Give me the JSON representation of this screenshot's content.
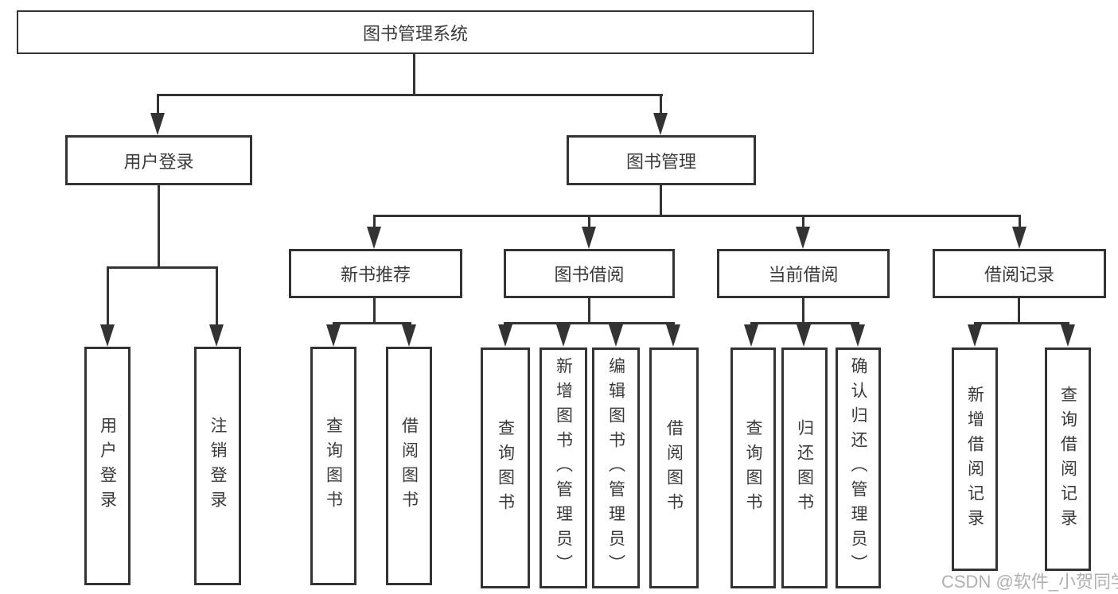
{
  "diagram": {
    "root": {
      "label": "图书管理系统"
    },
    "modules": [
      {
        "label": "用户登录",
        "children": [
          "用户登录",
          "注销登录"
        ]
      },
      {
        "label": "图书管理",
        "submodules": [
          {
            "label": "新书推荐",
            "children": [
              "查询图书",
              "借阅图书"
            ]
          },
          {
            "label": "图书借阅",
            "children": [
              "查询图书",
              "新增图书（管理员）",
              "编辑图书（管理员）",
              "借阅图书"
            ]
          },
          {
            "label": "当前借阅",
            "children": [
              "查询图书",
              "归还图书",
              "确认归还（管理员）"
            ]
          },
          {
            "label": "借阅记录",
            "children": [
              "新增借阅记录",
              "查询借阅记录"
            ]
          }
        ]
      }
    ]
  },
  "watermark": {
    "label": "CSDN @软件_小贺同学"
  },
  "colors": {
    "line": "#333333",
    "text": "#3a3a3a",
    "background": "#ffffff"
  }
}
